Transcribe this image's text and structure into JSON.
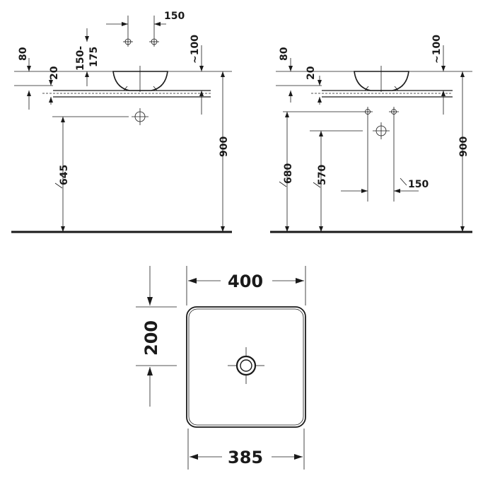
{
  "left_view": {
    "labels": {
      "tap_spacing": "150",
      "height_80": "80",
      "height_range_1": "150-",
      "height_range_2": "175",
      "height_20": "20",
      "approx_100": "~100",
      "height_645": "645",
      "height_900": "900"
    }
  },
  "right_view": {
    "labels": {
      "height_80": "80",
      "height_20": "20",
      "approx_100": "~100",
      "height_680": "680",
      "height_570": "570",
      "spacing_150": "150",
      "height_900": "900"
    }
  },
  "plan_view": {
    "labels": {
      "width_top": "400",
      "depth": "200",
      "width_bottom": "385"
    }
  }
}
